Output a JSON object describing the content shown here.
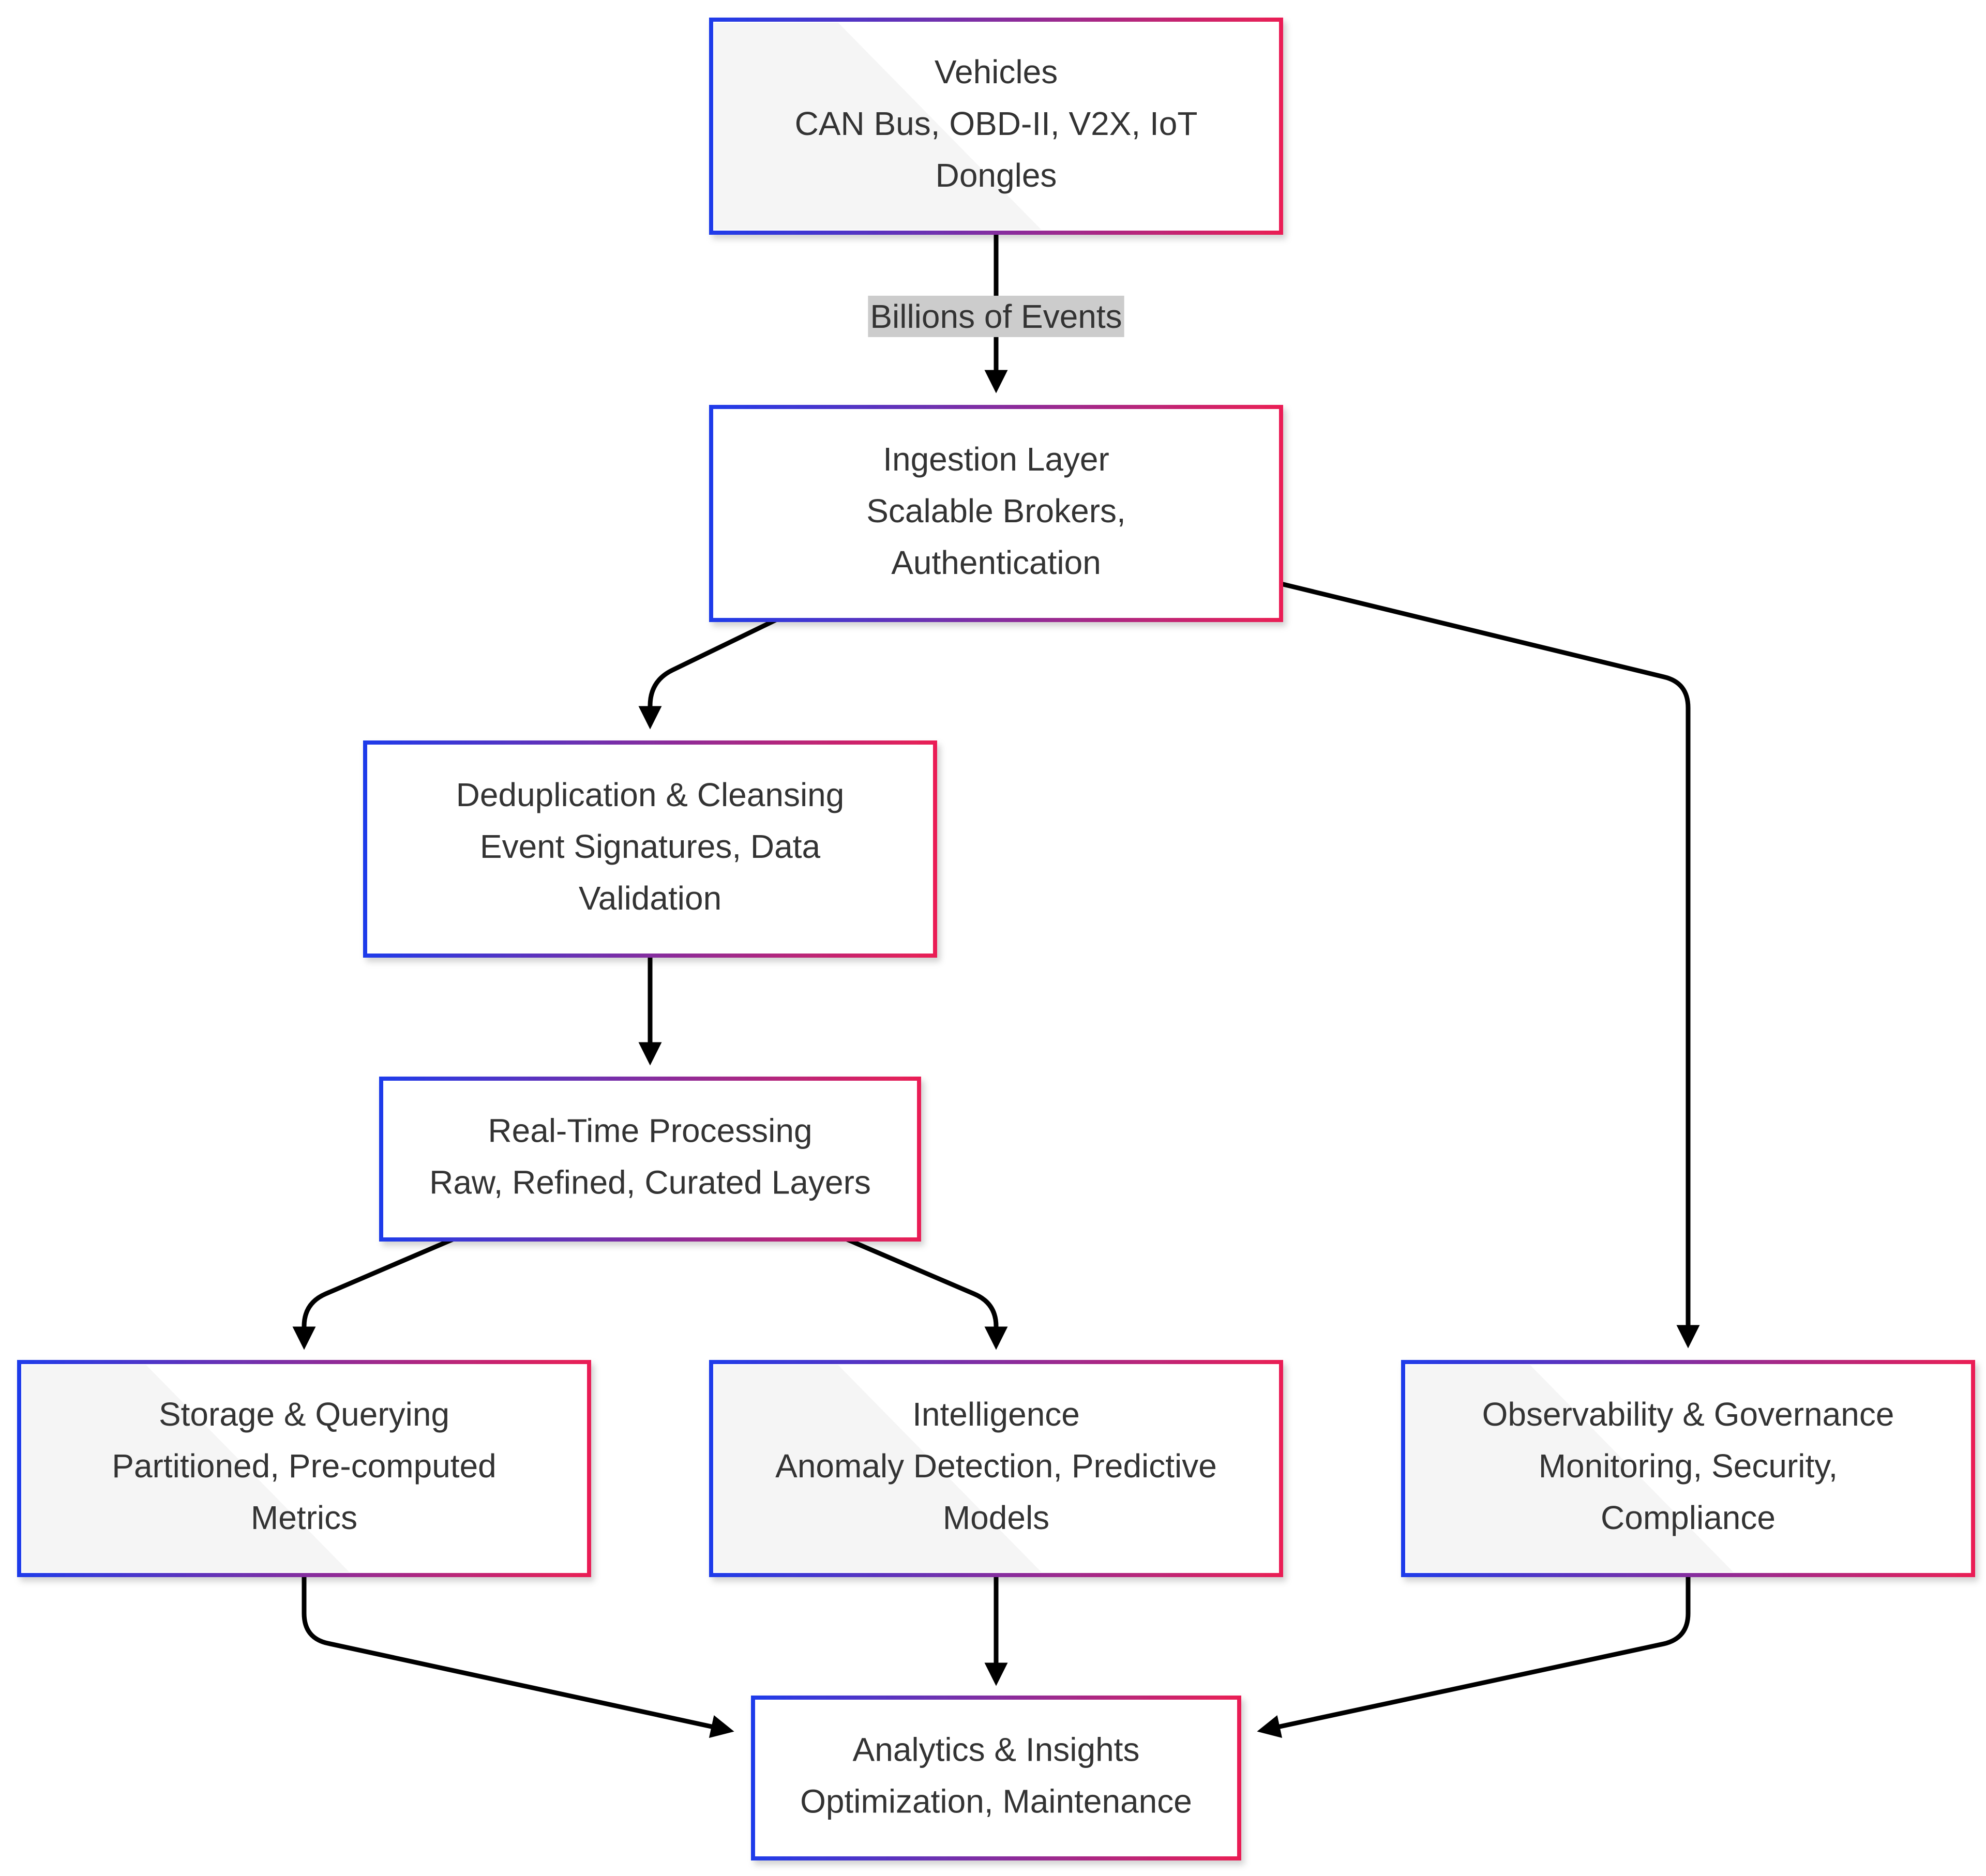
{
  "diagram": {
    "type": "flowchart",
    "direction": "top-down",
    "colors": {
      "background": "#ffffff",
      "node_fill": "#ffffff",
      "node_fill_accent": "#f5f5f5",
      "border_gradient_start": "#1f3bea",
      "border_gradient_end": "#ea1f55",
      "edge": "#000000",
      "text": "#333333",
      "edge_label_bg": "#cccccc"
    },
    "nodes": [
      {
        "id": "vehicles",
        "lines": [
          "Vehicles",
          "CAN Bus, OBD-II, V2X, IoT",
          "Dongles"
        ],
        "accent": true
      },
      {
        "id": "ingestion",
        "lines": [
          "Ingestion Layer",
          "Scalable Brokers,",
          "Authentication"
        ],
        "accent": false
      },
      {
        "id": "dedup",
        "lines": [
          "Deduplication & Cleansing",
          "Event Signatures, Data",
          "Validation"
        ],
        "accent": false
      },
      {
        "id": "realtime",
        "lines": [
          "Real-Time Processing",
          "Raw, Refined, Curated Layers"
        ],
        "accent": false
      },
      {
        "id": "storage",
        "lines": [
          "Storage & Querying",
          "Partitioned, Pre-computed",
          "Metrics"
        ],
        "accent": true
      },
      {
        "id": "intelligence",
        "lines": [
          "Intelligence",
          "Anomaly Detection, Predictive",
          "Models"
        ],
        "accent": true
      },
      {
        "id": "observability",
        "lines": [
          "Observability & Governance",
          "Monitoring, Security,",
          "Compliance"
        ],
        "accent": true
      },
      {
        "id": "analytics",
        "lines": [
          "Analytics & Insights",
          "Optimization, Maintenance"
        ],
        "accent": false
      }
    ],
    "edges": [
      {
        "from": "vehicles",
        "to": "ingestion",
        "label": "Billions of Events"
      },
      {
        "from": "ingestion",
        "to": "dedup",
        "label": ""
      },
      {
        "from": "ingestion",
        "to": "observability",
        "label": ""
      },
      {
        "from": "dedup",
        "to": "realtime",
        "label": ""
      },
      {
        "from": "realtime",
        "to": "storage",
        "label": ""
      },
      {
        "from": "realtime",
        "to": "intelligence",
        "label": ""
      },
      {
        "from": "storage",
        "to": "analytics",
        "label": ""
      },
      {
        "from": "intelligence",
        "to": "analytics",
        "label": ""
      },
      {
        "from": "observability",
        "to": "analytics",
        "label": ""
      }
    ]
  }
}
